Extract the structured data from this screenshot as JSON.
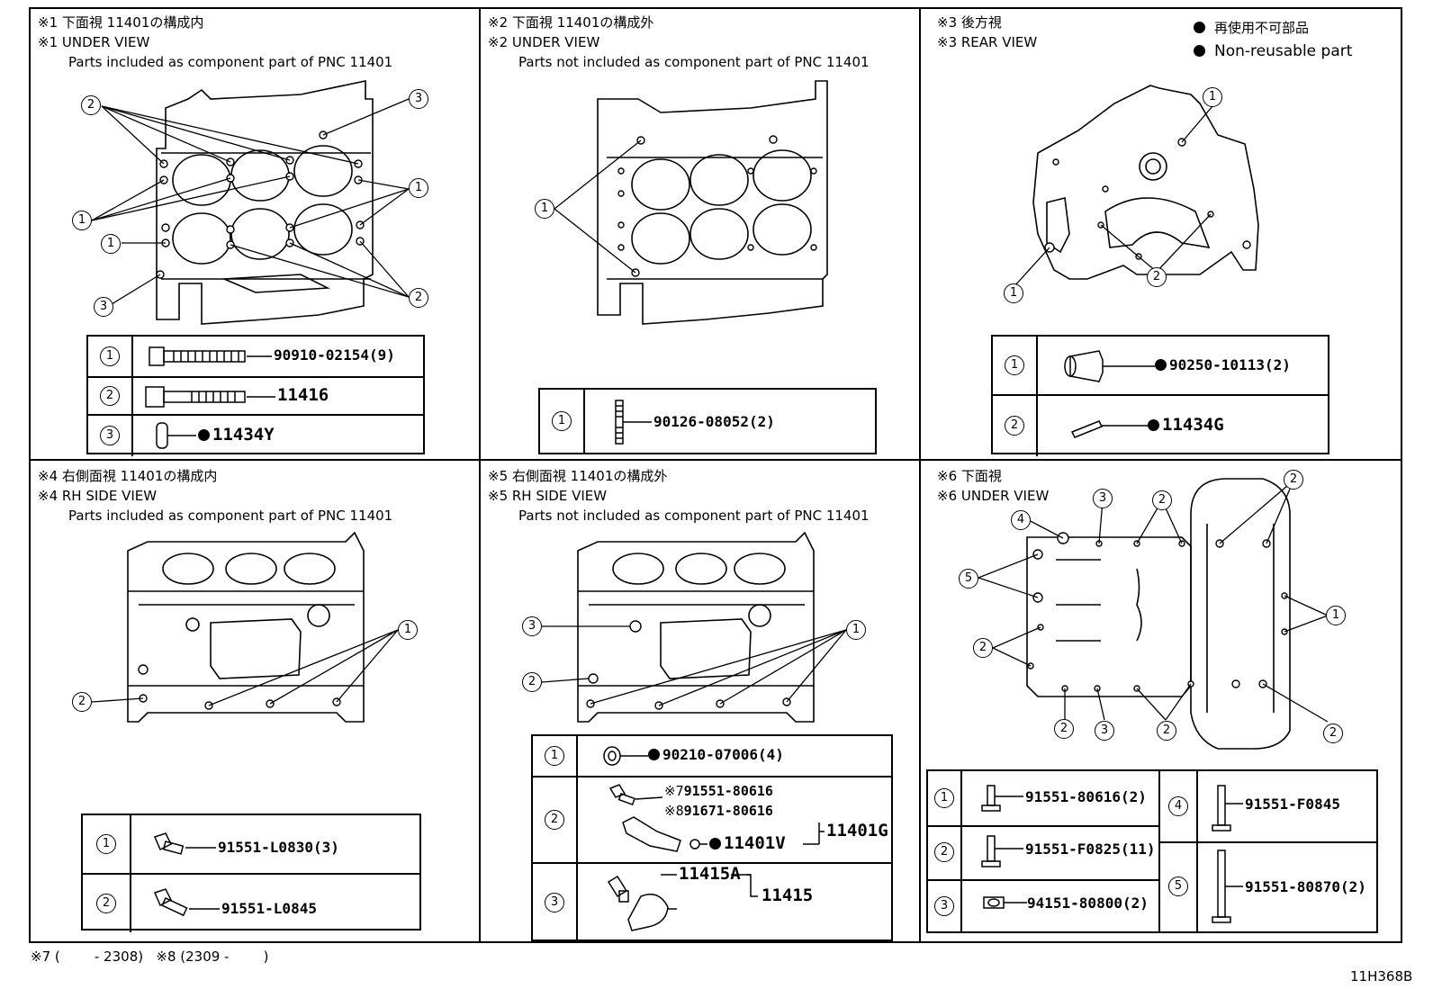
{
  "panels": [
    {
      "h1": "※1 下面視 11401の構成内",
      "h2": "※1 UNDER VIEW",
      "h3": "Parts included as component part of PNC 11401"
    },
    {
      "h1": "※2 下面視 11401の構成外",
      "h2": "※2 UNDER VIEW",
      "h3": "Parts not included as component part of PNC 11401"
    },
    {
      "h1": "※3 後方視",
      "h2": "※3 REAR VIEW",
      "h3": ""
    },
    {
      "h1": "※4 右側面視 11401の構成内",
      "h2": "※4 RH SIDE VIEW",
      "h3": "Parts included as component part of PNC 11401"
    },
    {
      "h1": "※5 右側面視 11401の構成外",
      "h2": "※5 RH SIDE VIEW",
      "h3": "Parts not included as component part of PNC 11401"
    },
    {
      "h1": "※6 下面視",
      "h2": "※6 UNDER VIEW",
      "h3": ""
    }
  ],
  "legend": {
    "jp": "再使用不可部品",
    "en": "Non-reusable part"
  },
  "callouts": [
    "1",
    "2",
    "3",
    "4",
    "5"
  ],
  "tables": {
    "p1": [
      "90910-02154(9)",
      "11416",
      "11434Y"
    ],
    "p2": [
      "90126-08052(2)"
    ],
    "p3": [
      "90250-10113(2)",
      "11434G"
    ],
    "p4": [
      "91551-L0830(3)",
      "91551-L0845"
    ],
    "p5": {
      "r1": "90210-07006(4)",
      "r2a_mark": "※7",
      "r2a": "91551-80616",
      "r2b_mark": "※8",
      "r2b": "91671-80616",
      "r2c": "11401V",
      "r2d": "11401G",
      "r3a": "11415A",
      "r3b": "11415"
    },
    "p6": [
      "91551-80616(2)",
      "91551-F0825(11)",
      "94151-80800(2)",
      "91551-F0845",
      "91551-80870(2)"
    ]
  },
  "footer": {
    "note": "※7 (        - 2308)   ※8 (2309 -        )",
    "code": "11H368B"
  }
}
